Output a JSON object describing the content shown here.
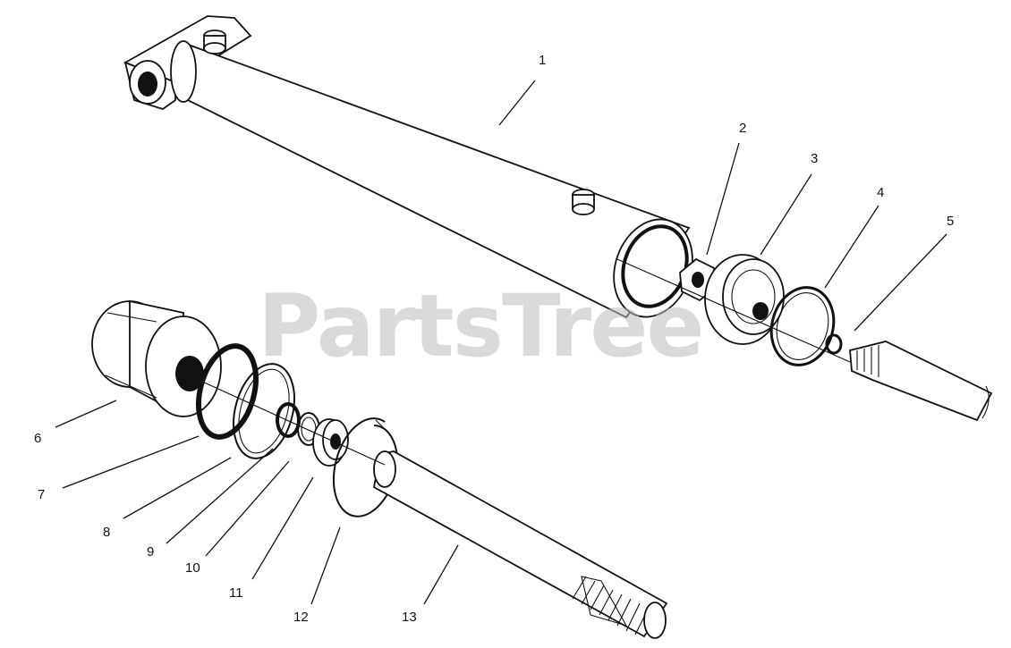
{
  "watermark": "PartsTree",
  "callouts": [
    {
      "id": "c1",
      "label": "1"
    },
    {
      "id": "c2",
      "label": "2"
    },
    {
      "id": "c3",
      "label": "3"
    },
    {
      "id": "c4",
      "label": "4"
    },
    {
      "id": "c5",
      "label": "5"
    },
    {
      "id": "c6",
      "label": "6"
    },
    {
      "id": "c7",
      "label": "7"
    },
    {
      "id": "c8",
      "label": "8"
    },
    {
      "id": "c9",
      "label": "9"
    },
    {
      "id": "c10",
      "label": "10"
    },
    {
      "id": "c11",
      "label": "11"
    },
    {
      "id": "c12",
      "label": "12"
    },
    {
      "id": "c13",
      "label": "13"
    }
  ]
}
